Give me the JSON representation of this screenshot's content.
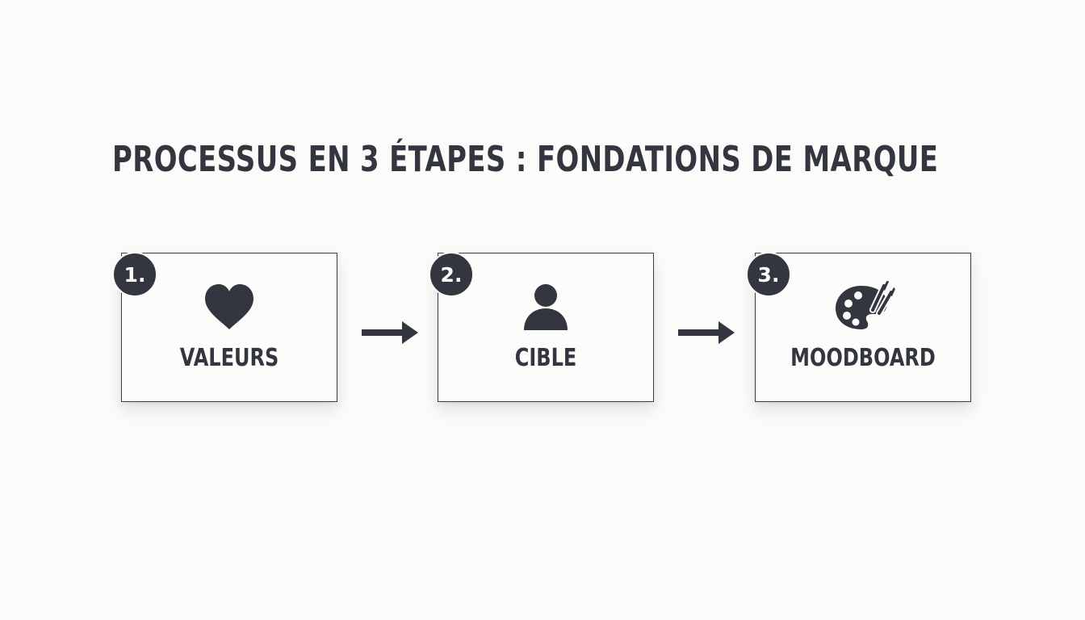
{
  "title": "PROCESSUS EN 3 ÉTAPES : FONDATIONS DE MARQUE",
  "colors": {
    "background": "#fbfbfa",
    "ink": "#33363e",
    "box_border": "#3a3d45"
  },
  "steps": [
    {
      "number": "1.",
      "label": "VALEURS",
      "icon": "heart-icon"
    },
    {
      "number": "2.",
      "label": "CIBLE",
      "icon": "user-icon"
    },
    {
      "number": "3.",
      "label": "MOODBOARD",
      "icon": "palette-icon"
    }
  ]
}
